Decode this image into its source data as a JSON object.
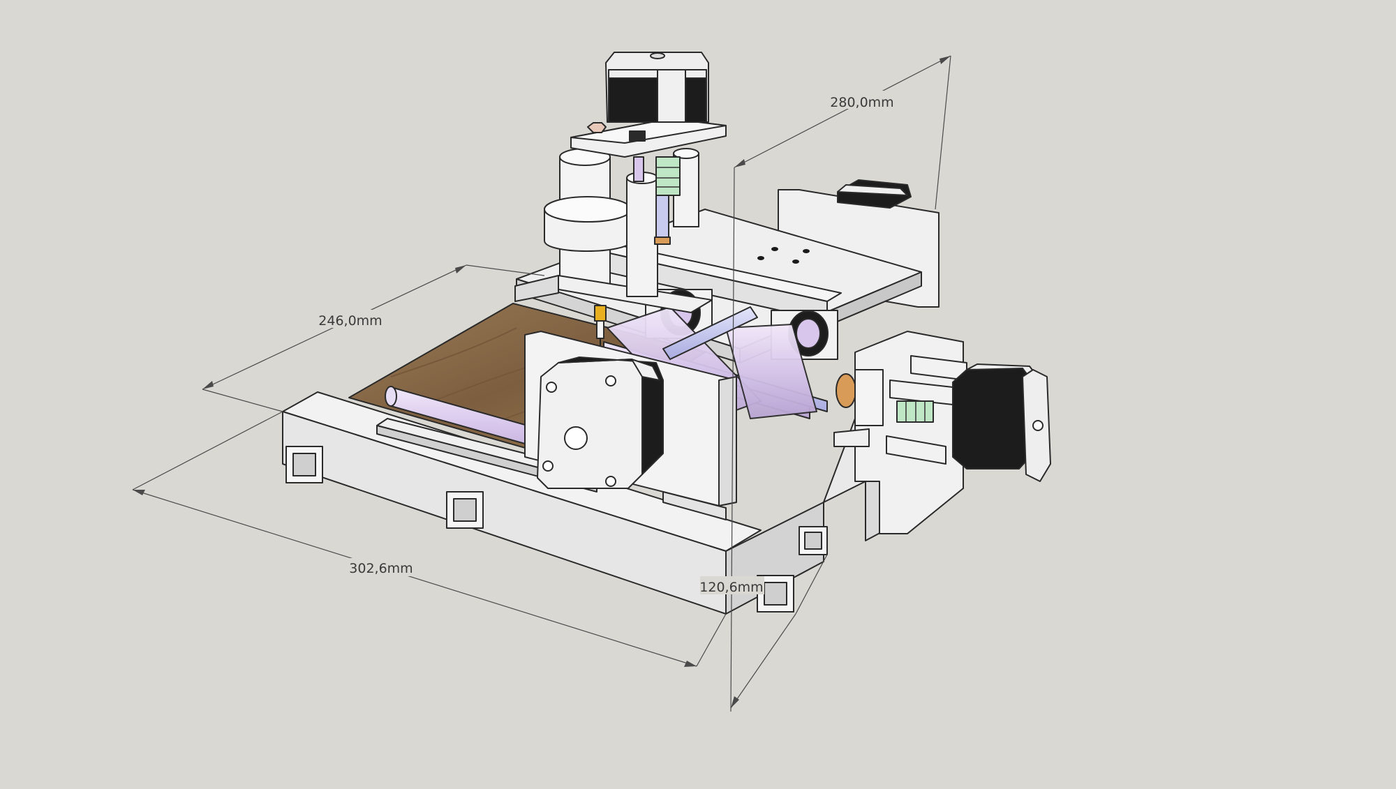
{
  "viewport": {
    "background": "#d9d8d3"
  },
  "dimensions": {
    "width_top": "280,0mm",
    "depth": "246,0mm",
    "length": "302,6mm",
    "height": "120,6mm"
  },
  "colors": {
    "frame": "#efefef",
    "frame_shade": "#d6d6d6",
    "motor_body": "#1c1c1c",
    "rod": "#d9c8ea",
    "rod_blue": "#c5c8ee",
    "coupler": "#bfe7c6",
    "bearing_bronze": "#d99c58",
    "wood": "#8a6b4a"
  },
  "parts": {
    "icons": [
      "stepper-motor-icon",
      "linear-rod-icon",
      "spindle-icon",
      "aluminium-profile-icon",
      "wood-bed-icon"
    ]
  }
}
